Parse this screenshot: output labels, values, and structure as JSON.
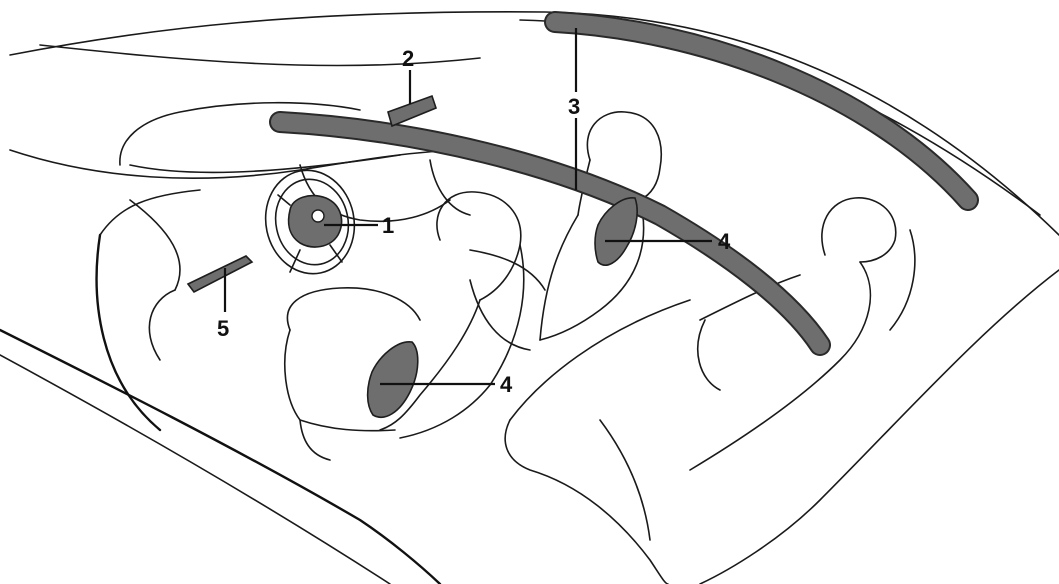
{
  "colors": {
    "airbag": "#6e6e6e",
    "line": "#1a1a1a",
    "background": "#ffffff"
  },
  "callouts": {
    "c1": "1",
    "c2": "2",
    "c3": "3",
    "c4a": "4",
    "c4b": "4",
    "c5": "5"
  }
}
